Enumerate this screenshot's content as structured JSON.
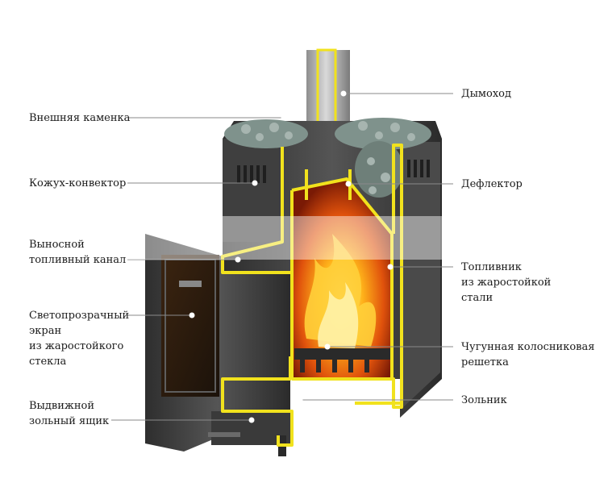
{
  "labels": {
    "vneshnyaya_kamenka": "Внешняя каменка",
    "kozhuh_konvektor": "Кожух-конвектор",
    "vynosnoy_kanal": [
      "Выносной",
      "топливный канал"
    ],
    "svetoprozrachny_ekran": [
      "Светопрозрачный",
      "экран",
      "из жаростойкого",
      "стекла"
    ],
    "vydvizhnoy_yashchik": [
      "Выдвижной",
      "зольный ящик"
    ],
    "dymohod": "Дымоход",
    "deflektor": "Дефлектор",
    "toplivnik": [
      "Топливник",
      "из жаростойкой",
      "стали"
    ],
    "reshetka": [
      "Чугунная колосниковая",
      "решетка"
    ],
    "zolnik": "Зольник"
  },
  "colors": {
    "outline": "#f1e21d",
    "body_dark": "#3a3a3a",
    "body_mid": "#5c5c5c",
    "fire_inner": "#ffd24a",
    "fire_outer": "#c0300a",
    "stones": "#7f928c",
    "leader": "#8a8a8a"
  }
}
